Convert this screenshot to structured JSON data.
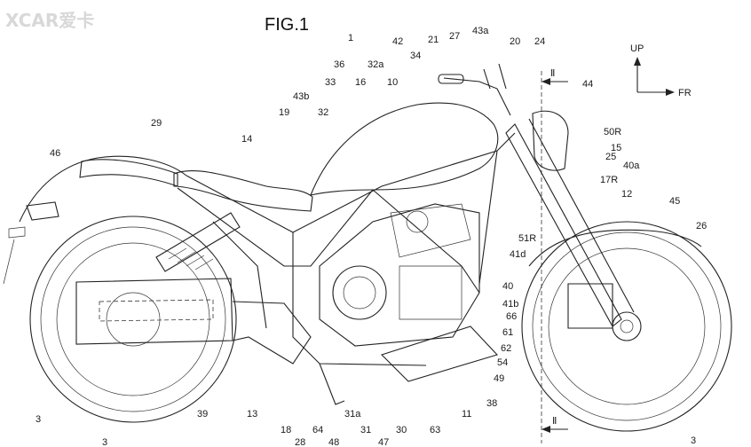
{
  "watermark": "XCAR爱卡",
  "figure_title": "FIG.1",
  "direction": {
    "up": "UP",
    "forward": "FR"
  },
  "section_marks": [
    "Ⅱ",
    "Ⅱ"
  ],
  "callouts": [
    "1",
    "3",
    "3",
    "3",
    "10",
    "11",
    "12",
    "13",
    "14",
    "15",
    "16",
    "17R",
    "18",
    "19",
    "20",
    "21",
    "24",
    "25",
    "26",
    "27",
    "28",
    "29",
    "30",
    "31",
    "31a",
    "32",
    "32a",
    "33",
    "34",
    "36",
    "38",
    "39",
    "40",
    "40a",
    "41b",
    "41d",
    "42",
    "43a",
    "43b",
    "44",
    "45",
    "46",
    "47",
    "48",
    "49",
    "50R",
    "51R",
    "54",
    "61",
    "62",
    "63",
    "64",
    "66"
  ]
}
